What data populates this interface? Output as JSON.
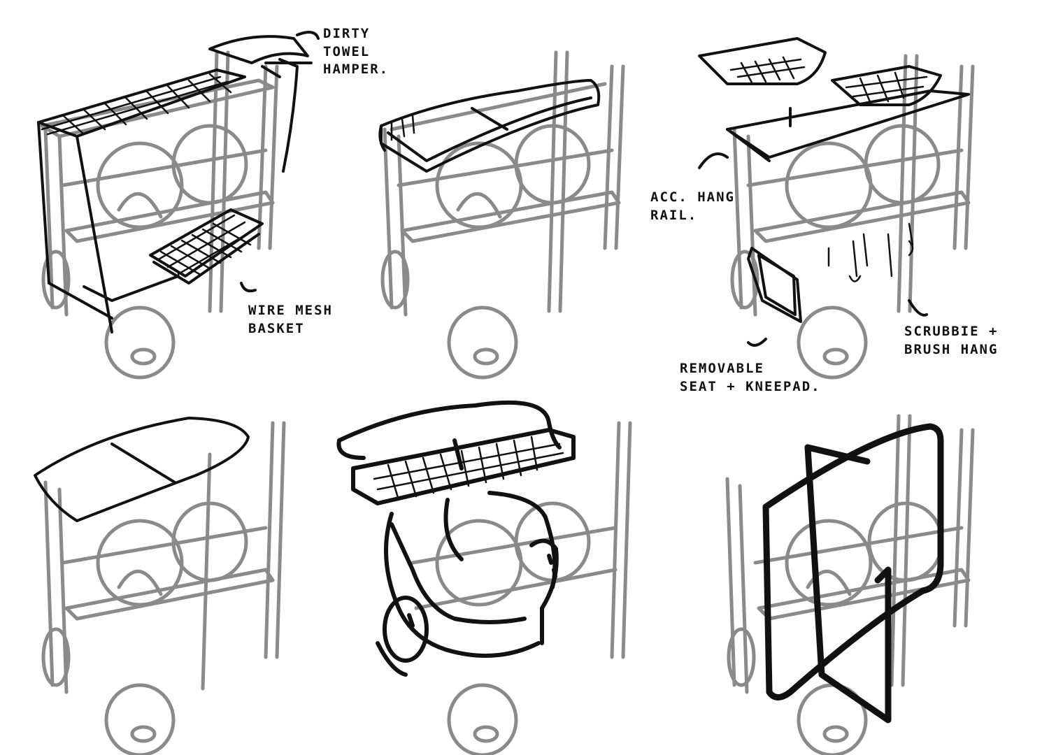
{
  "annotations": {
    "dirty_towel_hamper": "DIRTY\nTOWEL\nHAMPER.",
    "wire_mesh_basket": "WIRE MESH\nBASKET",
    "acc_hang_rail": "ACC. HANG\nRAIL.",
    "removable_seat": "REMOVABLE\nSEAT + KNEEPAD.",
    "scrubbie_brush": "SCRUBBIE +\nBRUSH HANG"
  },
  "colors": {
    "base_cart": "#8a8a8a",
    "ink": "#111111",
    "paper": "#ffffff"
  }
}
